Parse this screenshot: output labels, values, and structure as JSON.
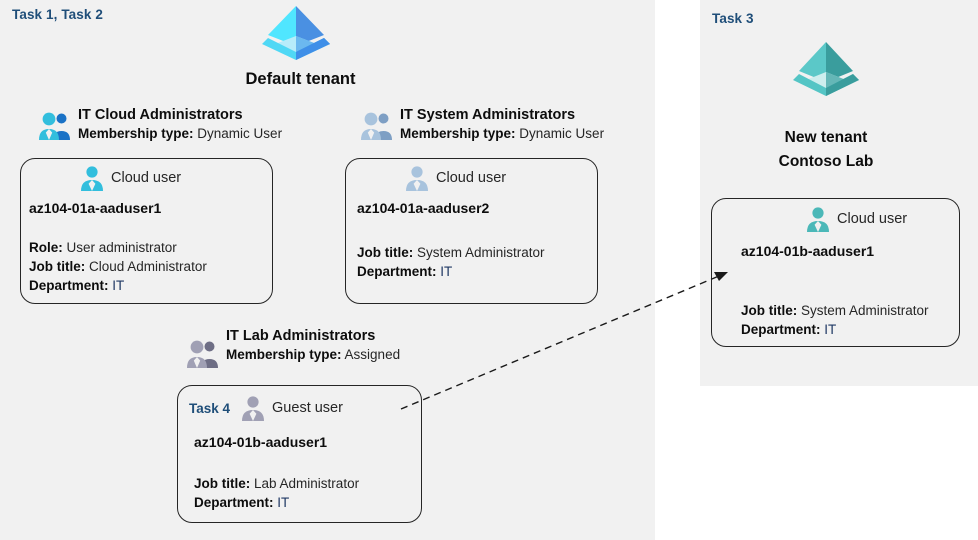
{
  "diagram": {
    "title": "Azure AD tenants, groups and users lab diagram",
    "colors": {
      "panel_bg": "#f1f1f1",
      "page_bg": "#ffffff",
      "task_label": "#1f4e79",
      "text": "#262626",
      "heading": "#0d0d0d",
      "card_border": "#262626",
      "tenant_blue_light": "#50e6ff",
      "tenant_blue_dark": "#3f8fe8",
      "tenant_teal_light": "#54c5c5",
      "tenant_teal_dark": "#3a9d9d",
      "user_cyan": "#32bedd",
      "user_steel": "#a3bdd9",
      "user_gray": "#9b9bad",
      "user_teal": "#4bb8b8"
    }
  },
  "panels": {
    "left": {
      "task_label": "Task 1, Task 2"
    },
    "right": {
      "task_label": "Task 3"
    }
  },
  "tenants": {
    "default": {
      "icon": "azure-ad-tenant-icon",
      "title": "Default tenant"
    },
    "new": {
      "icon": "azure-ad-tenant-icon",
      "title_line1": "New  tenant",
      "title_line2": "Contoso Lab"
    }
  },
  "groups": [
    {
      "id": "it-cloud-administrators",
      "icon": "group-users-icon",
      "name": "IT Cloud Administrators",
      "meta_label": "Membership type:",
      "meta_value": "Dynamic User"
    },
    {
      "id": "it-system-administrators",
      "icon": "group-users-icon",
      "name": "IT System Administrators",
      "meta_label": "Membership type:",
      "meta_value": "Dynamic User"
    },
    {
      "id": "it-lab-administrators",
      "icon": "group-users-icon",
      "name": "IT Lab Administrators",
      "meta_label": "Membership type:",
      "meta_value": "Assigned"
    }
  ],
  "cards": [
    {
      "id": "az104-01a-aaduser1",
      "user_icon": "cloud-user-icon",
      "user_type": "Cloud user",
      "username": "az104-01a-aaduser1",
      "props": [
        {
          "label": "Role:",
          "value": "User administrator"
        },
        {
          "label": "Job title:",
          "value": "Cloud Administrator"
        },
        {
          "label": "Department:",
          "value": "IT"
        }
      ]
    },
    {
      "id": "az104-01a-aaduser2",
      "user_icon": "cloud-user-icon",
      "user_type": "Cloud user",
      "username": "az104-01a-aaduser2",
      "props": [
        {
          "label": "Job title:",
          "value": "System Administrator"
        },
        {
          "label": "Department:",
          "value": "IT"
        }
      ]
    },
    {
      "id": "az104-01b-aaduser1-guest",
      "task_label": "Task 4",
      "user_icon": "guest-user-icon",
      "user_type": "Guest user",
      "username": "az104-01b-aaduser1",
      "props": [
        {
          "label": "Job title:",
          "value": "Lab Administrator"
        },
        {
          "label": "Department:",
          "value": "IT"
        }
      ]
    },
    {
      "id": "az104-01b-aaduser1-cloud",
      "user_icon": "cloud-user-icon",
      "user_type": "Cloud user",
      "username": "az104-01b-aaduser1",
      "props": [
        {
          "label": "Job title:",
          "value": "System Administrator"
        },
        {
          "label": "Department:",
          "value": "IT"
        }
      ]
    }
  ],
  "connector": {
    "id": "guest-invitation-arrow",
    "style": "dashed-arrow",
    "from": "az104-01b-aaduser1-cloud",
    "to": "az104-01b-aaduser1-guest"
  }
}
